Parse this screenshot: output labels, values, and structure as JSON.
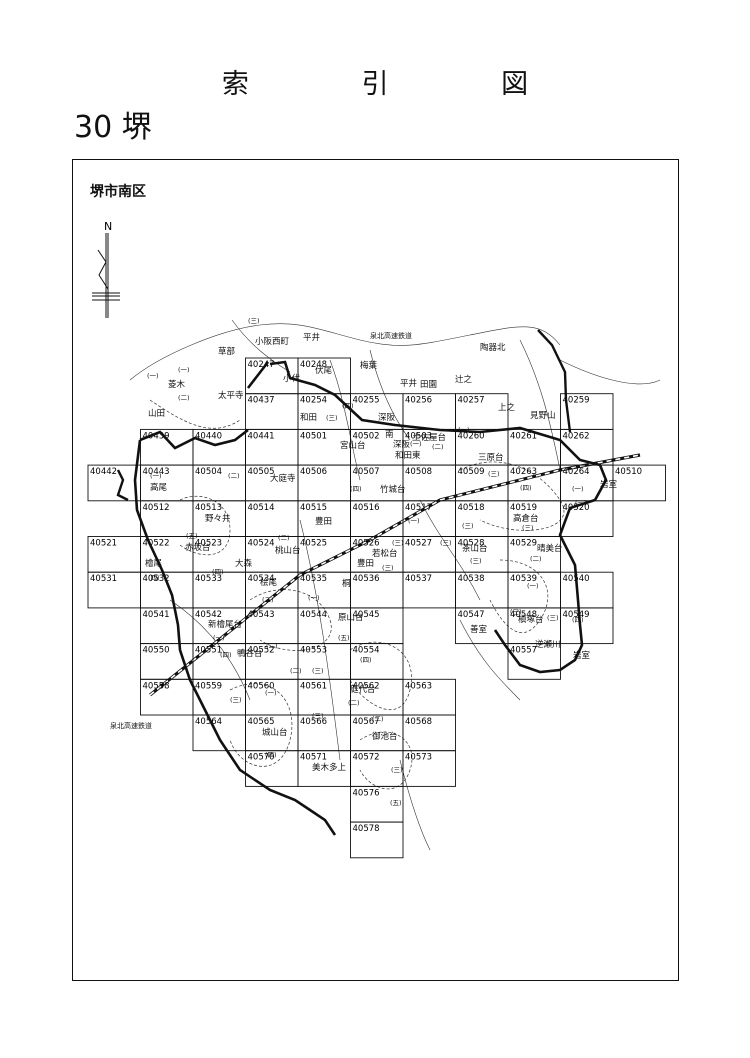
{
  "header": {
    "title_chars": [
      "索",
      "引",
      "図"
    ],
    "subtitle": "30 堺"
  },
  "map": {
    "ward_label": "堺市南区",
    "north_label": "N",
    "colors": {
      "line": "#111111",
      "thin": "#333333",
      "background": "#ffffff"
    },
    "grid_rows": [
      {
        "row": 0,
        "cells": [
          {
            "col": 3,
            "code": "40247"
          },
          {
            "col": 4,
            "code": "40248"
          }
        ]
      },
      {
        "row": 1,
        "cells": [
          {
            "col": 3,
            "code": "40437"
          },
          {
            "col": 4,
            "code": "40254"
          },
          {
            "col": 5,
            "code": "40255"
          },
          {
            "col": 6,
            "code": "40256"
          },
          {
            "col": 7,
            "code": "40257"
          },
          {
            "col": 9,
            "code": "40259"
          }
        ]
      },
      {
        "row": 2,
        "cells": [
          {
            "col": 1,
            "code": "40439"
          },
          {
            "col": 2,
            "code": "40440"
          },
          {
            "col": 3,
            "code": "40441"
          },
          {
            "col": 4,
            "code": "40501"
          },
          {
            "col": 5,
            "code": "40502"
          },
          {
            "col": 6,
            "code": "40503"
          },
          {
            "col": 7,
            "code": "40260"
          },
          {
            "col": 8,
            "code": "40261"
          },
          {
            "col": 9,
            "code": "40262"
          }
        ]
      },
      {
        "row": 3,
        "cells": [
          {
            "col": 0,
            "code": "40442"
          },
          {
            "col": 1,
            "code": "40443"
          },
          {
            "col": 2,
            "code": "40504"
          },
          {
            "col": 3,
            "code": "40505"
          },
          {
            "col": 4,
            "code": "40506"
          },
          {
            "col": 5,
            "code": "40507"
          },
          {
            "col": 6,
            "code": "40508"
          },
          {
            "col": 7,
            "code": "40509"
          },
          {
            "col": 8,
            "code": "40263"
          },
          {
            "col": 9,
            "code": "40264"
          },
          {
            "col": 10,
            "code": "40510"
          }
        ]
      },
      {
        "row": 4,
        "cells": [
          {
            "col": 1,
            "code": "40512"
          },
          {
            "col": 2,
            "code": "40513"
          },
          {
            "col": 3,
            "code": "40514"
          },
          {
            "col": 4,
            "code": "40515"
          },
          {
            "col": 5,
            "code": "40516"
          },
          {
            "col": 6,
            "code": "40517"
          },
          {
            "col": 7,
            "code": "40518"
          },
          {
            "col": 8,
            "code": "40519"
          },
          {
            "col": 9,
            "code": "40520"
          }
        ]
      },
      {
        "row": 5,
        "cells": [
          {
            "col": 0,
            "code": "40521"
          },
          {
            "col": 1,
            "code": "40522"
          },
          {
            "col": 2,
            "code": "40523"
          },
          {
            "col": 3,
            "code": "40524"
          },
          {
            "col": 4,
            "code": "40525"
          },
          {
            "col": 5,
            "code": "40526"
          },
          {
            "col": 6,
            "code": "40527"
          },
          {
            "col": 7,
            "code": "40528"
          },
          {
            "col": 8,
            "code": "40529"
          }
        ]
      },
      {
        "row": 6,
        "cells": [
          {
            "col": 0,
            "code": "40531"
          },
          {
            "col": 1,
            "code": "40532"
          },
          {
            "col": 2,
            "code": "40533"
          },
          {
            "col": 3,
            "code": "40534"
          },
          {
            "col": 4,
            "code": "40535"
          },
          {
            "col": 5,
            "code": "40536"
          },
          {
            "col": 6,
            "code": "40537"
          },
          {
            "col": 7,
            "code": "40538"
          },
          {
            "col": 8,
            "code": "40539"
          },
          {
            "col": 9,
            "code": "40540"
          }
        ]
      },
      {
        "row": 7,
        "cells": [
          {
            "col": 1,
            "code": "40541"
          },
          {
            "col": 2,
            "code": "40542"
          },
          {
            "col": 3,
            "code": "40543"
          },
          {
            "col": 4,
            "code": "40544"
          },
          {
            "col": 5,
            "code": "40545"
          },
          {
            "col": 7,
            "code": "40547"
          },
          {
            "col": 8,
            "code": "40548"
          },
          {
            "col": 9,
            "code": "40549"
          }
        ]
      },
      {
        "row": 8,
        "cells": [
          {
            "col": 1,
            "code": "40550"
          },
          {
            "col": 2,
            "code": "40551"
          },
          {
            "col": 3,
            "code": "40552"
          },
          {
            "col": 4,
            "code": "40553"
          },
          {
            "col": 5,
            "code": "40554"
          },
          {
            "col": 8,
            "code": "40557"
          }
        ]
      },
      {
        "row": 9,
        "cells": [
          {
            "col": 1,
            "code": "40558"
          },
          {
            "col": 2,
            "code": "40559"
          },
          {
            "col": 3,
            "code": "40560"
          },
          {
            "col": 4,
            "code": "40561"
          },
          {
            "col": 5,
            "code": "40562"
          },
          {
            "col": 6,
            "code": "40563"
          }
        ]
      },
      {
        "row": 10,
        "cells": [
          {
            "col": 2,
            "code": "40564"
          },
          {
            "col": 3,
            "code": "40565"
          },
          {
            "col": 4,
            "code": "40566"
          },
          {
            "col": 5,
            "code": "40567"
          },
          {
            "col": 6,
            "code": "40568"
          }
        ]
      },
      {
        "row": 11,
        "cells": [
          {
            "col": 3,
            "code": "40570"
          },
          {
            "col": 4,
            "code": "40571"
          },
          {
            "col": 5,
            "code": "40572"
          },
          {
            "col": 6,
            "code": "40573"
          }
        ]
      },
      {
        "row": 12,
        "cells": [
          {
            "col": 5,
            "code": "40576"
          }
        ]
      },
      {
        "row": 13,
        "cells": [
          {
            "col": 5,
            "code": "40578"
          }
        ]
      }
    ],
    "place_names": [
      "小阪西町",
      "平井",
      "草部",
      "泉北高速鉄道",
      "陶器北",
      "梅葉",
      "平井",
      "田園",
      "辻之",
      "伏尾",
      "小代",
      "菱木",
      "太平寺",
      "山田",
      "和田",
      "深阪",
      "見野山",
      "上之",
      "宮山台",
      "南",
      "深阪",
      "土佐屋台",
      "和田東",
      "三原台",
      "高尾",
      "大庭寺",
      "竹城台",
      "岩室",
      "野々井",
      "豊田",
      "高倉台",
      "赤坂台",
      "桃山台",
      "若松台",
      "茶山台",
      "晴美台",
      "檜尾",
      "大森",
      "豊田",
      "桧尾",
      "桐",
      "新檜尾台",
      "原山台",
      "善室",
      "槇塚台",
      "逆瀬川",
      "岩室",
      "鴨谷台",
      "庭代台",
      "泉北高速鉄道",
      "城山台",
      "御池台",
      "美木多上"
    ],
    "district_numerals": [
      "(一)",
      "(二)",
      "(三)",
      "(四)",
      "(五)"
    ]
  }
}
